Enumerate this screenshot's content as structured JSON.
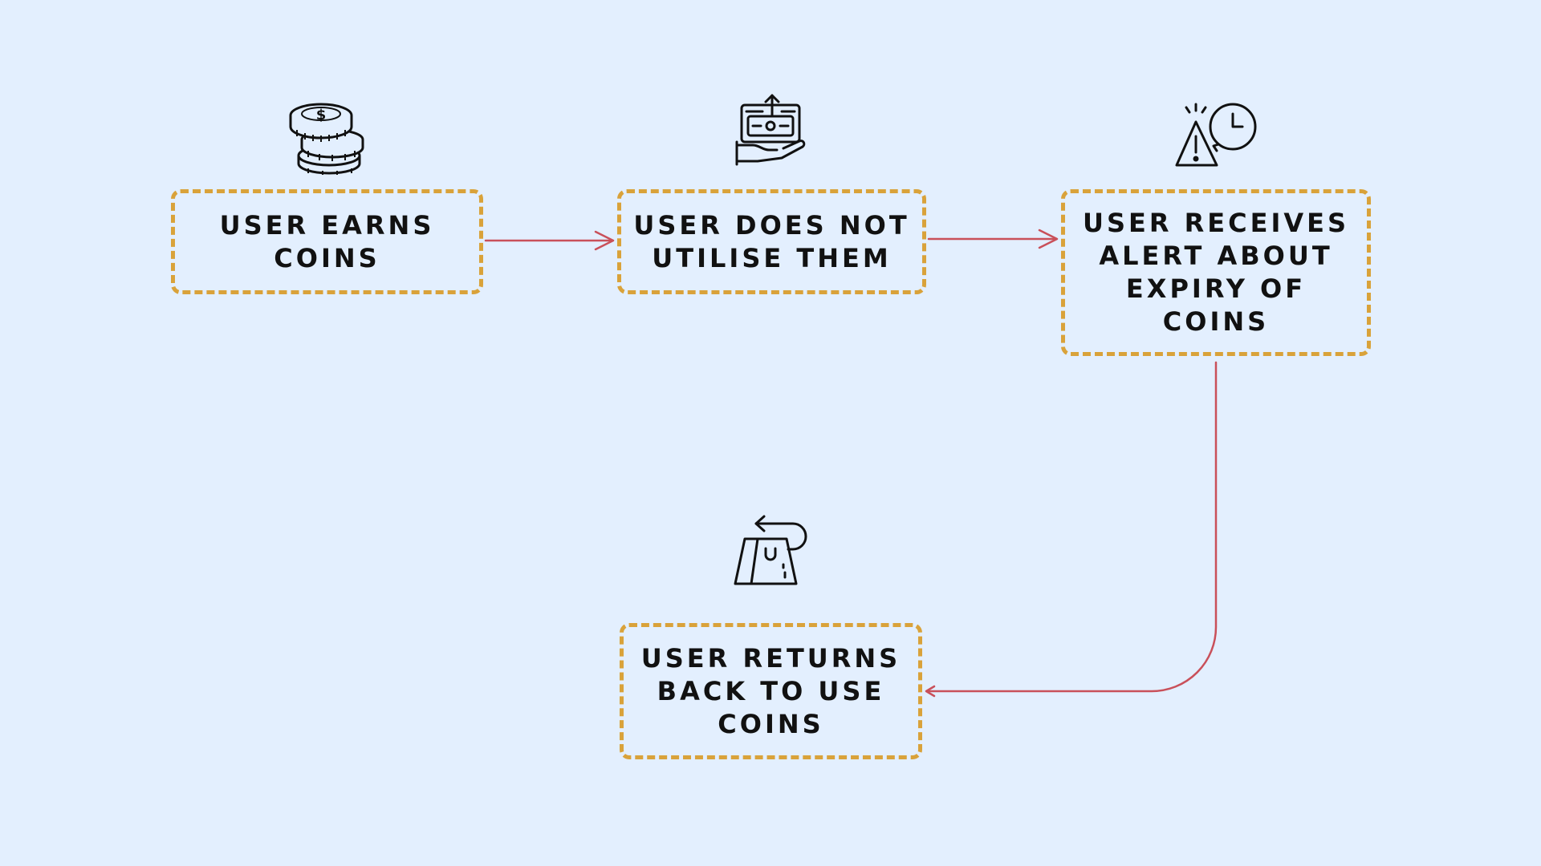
{
  "colors": {
    "background": "#e3effe",
    "box_border": "#d9a23a",
    "arrow": "#c9505a",
    "text": "#111111"
  },
  "steps": [
    {
      "label": "USER EARNS\nCOINS",
      "icon": "stacked-coins-icon"
    },
    {
      "label": "USER DOES NOT\nUTILISE THEM",
      "icon": "cash-in-hand-icon"
    },
    {
      "label": "USER RECEIVES\nALERT ABOUT\nEXPIRY OF\nCOINS",
      "icon": "alert-clock-icon"
    },
    {
      "label": "USER RETURNS\nBACK TO USE\nCOINS",
      "icon": "shopping-bag-return-icon"
    }
  ]
}
